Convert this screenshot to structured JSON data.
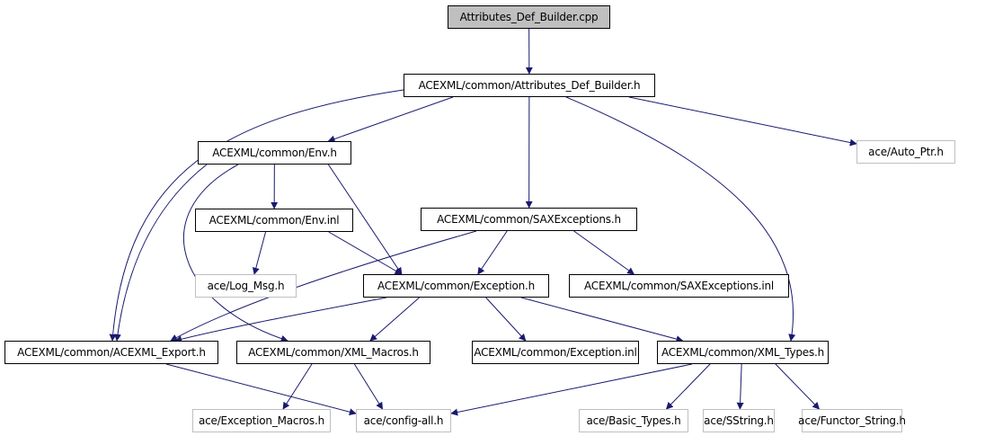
{
  "diagram": {
    "type": "include-dependency-graph",
    "edge_color": "#191970",
    "nodes": [
      {
        "id": "cpp",
        "label": "Attributes_Def_Builder.cpp",
        "kind": "root"
      },
      {
        "id": "adb",
        "label": "ACEXML/common/Attributes_Def_Builder.h",
        "kind": "local"
      },
      {
        "id": "env",
        "label": "ACEXML/common/Env.h",
        "kind": "local"
      },
      {
        "id": "autoptr",
        "label": "ace/Auto_Ptr.h",
        "kind": "external"
      },
      {
        "id": "envinl",
        "label": "ACEXML/common/Env.inl",
        "kind": "local"
      },
      {
        "id": "saxexc",
        "label": "ACEXML/common/SAXExceptions.h",
        "kind": "local"
      },
      {
        "id": "logmsg",
        "label": "ace/Log_Msg.h",
        "kind": "external"
      },
      {
        "id": "exc",
        "label": "ACEXML/common/Exception.h",
        "kind": "local"
      },
      {
        "id": "saxinl",
        "label": "ACEXML/common/SAXExceptions.inl",
        "kind": "local"
      },
      {
        "id": "export",
        "label": "ACEXML/common/ACEXML_Export.h",
        "kind": "local"
      },
      {
        "id": "macros",
        "label": "ACEXML/common/XML_Macros.h",
        "kind": "local"
      },
      {
        "id": "excinl",
        "label": "ACEXML/common/Exception.inl",
        "kind": "local"
      },
      {
        "id": "types",
        "label": "ACEXML/common/XML_Types.h",
        "kind": "local"
      },
      {
        "id": "excmac",
        "label": "ace/Exception_Macros.h",
        "kind": "external"
      },
      {
        "id": "config",
        "label": "ace/config-all.h",
        "kind": "external"
      },
      {
        "id": "basic",
        "label": "ace/Basic_Types.h",
        "kind": "external"
      },
      {
        "id": "sstring",
        "label": "ace/SString.h",
        "kind": "external"
      },
      {
        "id": "functor",
        "label": "ace/Functor_String.h",
        "kind": "external"
      }
    ],
    "edges": [
      [
        "cpp",
        "adb"
      ],
      [
        "adb",
        "env"
      ],
      [
        "adb",
        "autoptr"
      ],
      [
        "adb",
        "saxexc"
      ],
      [
        "adb",
        "export"
      ],
      [
        "adb",
        "types"
      ],
      [
        "env",
        "envinl"
      ],
      [
        "env",
        "exc"
      ],
      [
        "env",
        "export"
      ],
      [
        "env",
        "macros"
      ],
      [
        "envinl",
        "logmsg"
      ],
      [
        "envinl",
        "exc"
      ],
      [
        "saxexc",
        "exc"
      ],
      [
        "saxexc",
        "saxinl"
      ],
      [
        "saxexc",
        "export"
      ],
      [
        "exc",
        "export"
      ],
      [
        "exc",
        "macros"
      ],
      [
        "exc",
        "excinl"
      ],
      [
        "exc",
        "types"
      ],
      [
        "export",
        "config"
      ],
      [
        "macros",
        "excmac"
      ],
      [
        "macros",
        "config"
      ],
      [
        "types",
        "config"
      ],
      [
        "types",
        "basic"
      ],
      [
        "types",
        "sstring"
      ],
      [
        "types",
        "functor"
      ]
    ]
  }
}
